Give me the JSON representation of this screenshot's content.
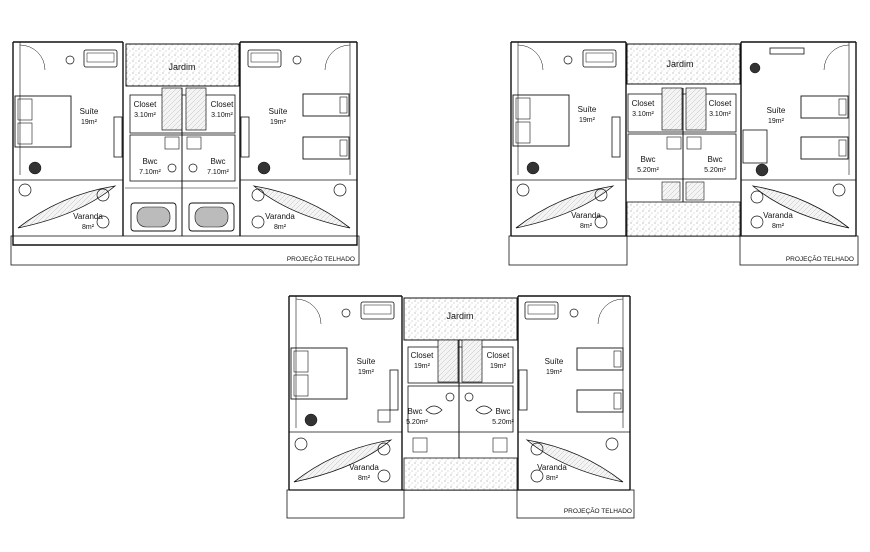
{
  "plans": [
    {
      "id": "plan-1",
      "rooms": {
        "garden": {
          "label": "Jardim"
        },
        "suite_left": {
          "label": "Suíte",
          "area": "19m²"
        },
        "suite_right": {
          "label": "Suíte",
          "area": "19m²"
        },
        "closet_left": {
          "label": "Closet",
          "area": "3.10m²"
        },
        "closet_right": {
          "label": "Closet",
          "area": "3.10m²"
        },
        "bwc_left": {
          "label": "Bwc",
          "area": "7.10m²"
        },
        "bwc_right": {
          "label": "Bwc",
          "area": "7.10m²"
        },
        "varanda_left": {
          "label": "Varanda",
          "area": "8m²"
        },
        "varanda_right": {
          "label": "Varanda",
          "area": "8m²"
        }
      },
      "roof_label": "PROJEÇÃO TELHADO"
    },
    {
      "id": "plan-2",
      "rooms": {
        "garden": {
          "label": "Jardim"
        },
        "suite_left": {
          "label": "Suíte",
          "area": "19m²"
        },
        "suite_right": {
          "label": "Suíte",
          "area": "19m²"
        },
        "closet_left": {
          "label": "Closet",
          "area": "3.10m²"
        },
        "closet_right": {
          "label": "Closet",
          "area": "3.10m²"
        },
        "bwc_left": {
          "label": "Bwc",
          "area": "5.20m²"
        },
        "bwc_right": {
          "label": "Bwc",
          "area": "5.20m²"
        },
        "varanda_left": {
          "label": "Varanda",
          "area": "8m²"
        },
        "varanda_right": {
          "label": "Varanda",
          "area": "8m²"
        }
      },
      "roof_label": "PROJEÇÃO TELHADO"
    },
    {
      "id": "plan-3",
      "rooms": {
        "garden": {
          "label": "Jardim"
        },
        "suite_left": {
          "label": "Suíte",
          "area": "19m²"
        },
        "suite_right": {
          "label": "Suíte",
          "area": "19m²"
        },
        "closet_left": {
          "label": "Closet",
          "area": "19m²"
        },
        "closet_right": {
          "label": "Closet",
          "area": "19m²"
        },
        "bwc_left": {
          "label": "Bwc",
          "area": "5.20m²"
        },
        "bwc_right": {
          "label": "Bwc",
          "area": "5.20m²"
        },
        "varanda_left": {
          "label": "Varanda",
          "area": "8m²"
        },
        "varanda_right": {
          "label": "Varanda",
          "area": "8m²"
        }
      },
      "roof_label": "PROJEÇÃO TELHADO"
    }
  ],
  "colors": {
    "line": "#111111",
    "hatch": "#888888",
    "background": "#ffffff"
  }
}
